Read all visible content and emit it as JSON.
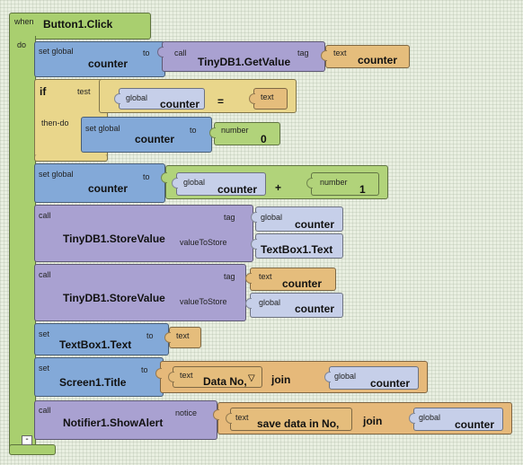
{
  "event": {
    "when": "when",
    "name": "Button1.Click",
    "do": "do",
    "collapse": "-"
  },
  "set1": {
    "label": "set global",
    "var": "counter",
    "to": "to",
    "call": "call",
    "method": "TinyDB1.GetValue",
    "tag": "tag",
    "text_label": "text",
    "text_val": "counter"
  },
  "if_block": {
    "if": "if",
    "test": "test",
    "then": "then-do",
    "global": "global",
    "var": "counter",
    "op": "=",
    "text_label": "text"
  },
  "set2": {
    "label": "set global",
    "var": "counter",
    "to": "to",
    "number_label": "number",
    "number_val": "0"
  },
  "set3": {
    "label": "set global",
    "var": "counter",
    "to": "to",
    "global": "global",
    "gvar": "counter",
    "op": "+",
    "number_label": "number",
    "number_val": "1"
  },
  "call1": {
    "call": "call",
    "method": "TinyDB1.StoreValue",
    "tag": "tag",
    "value": "valueToStore",
    "global": "global",
    "gvar": "counter",
    "textbox": "TextBox1.Text"
  },
  "call2": {
    "call": "call",
    "method": "TinyDB1.StoreValue",
    "tag": "tag",
    "value": "valueToStore",
    "text_label": "text",
    "text_val": "counter",
    "global": "global",
    "gvar": "counter"
  },
  "set4": {
    "set": "set",
    "prop": "TextBox1.Text",
    "to": "to",
    "text_label": "text"
  },
  "set5": {
    "set": "set",
    "prop": "Screen1.Title",
    "to": "to",
    "text_label": "text",
    "text_val": "Data No,",
    "dropdown": "▽",
    "join": "join",
    "global": "global",
    "gvar": "counter"
  },
  "call3": {
    "call": "call",
    "method": "Notifier1.ShowAlert",
    "notice": "notice",
    "text_label": "text",
    "text_val": "save data in No,",
    "join": "join",
    "global": "global",
    "gvar": "counter"
  },
  "colors": {
    "event": "#a9cf6f",
    "set": "#83a9d8",
    "call": "#a9a1d1",
    "text": "#e5bd7c",
    "global": "#c6cfe9",
    "if": "#e9d68b"
  }
}
